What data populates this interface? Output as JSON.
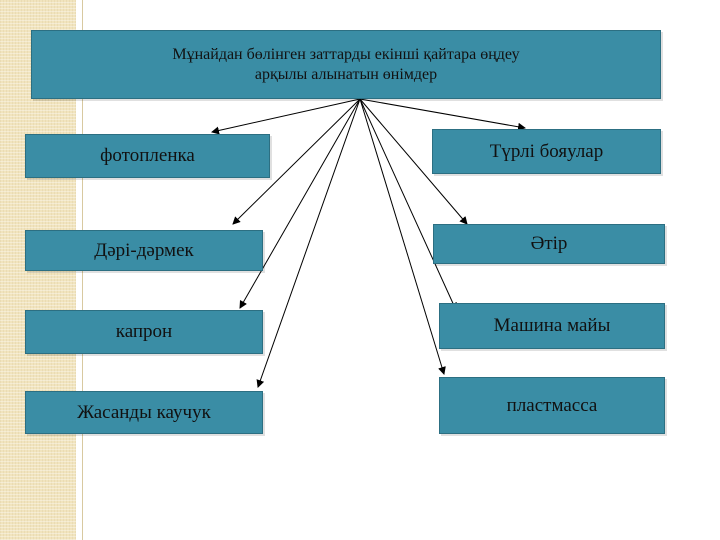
{
  "title": {
    "line1": "Мұнайдан бөлінген заттарды екінші қайтара өңдеу",
    "line2": "арқылы алынатын өнімдер"
  },
  "left_items": [
    {
      "label": "фотопленка"
    },
    {
      "label": "Дәрі-дәрмек"
    },
    {
      "label": "капрон"
    },
    {
      "label": "Жасанды каучук"
    }
  ],
  "right_items": [
    {
      "label": "Түрлі бояулар"
    },
    {
      "label": "Әтір"
    },
    {
      "label": "Машина майы"
    },
    {
      "label": "пластмасса"
    }
  ],
  "colors": {
    "box_fill": "#3a8da5",
    "box_border": "#2c6f82",
    "arrow": "#000000",
    "side_band": "#f1e4be"
  }
}
